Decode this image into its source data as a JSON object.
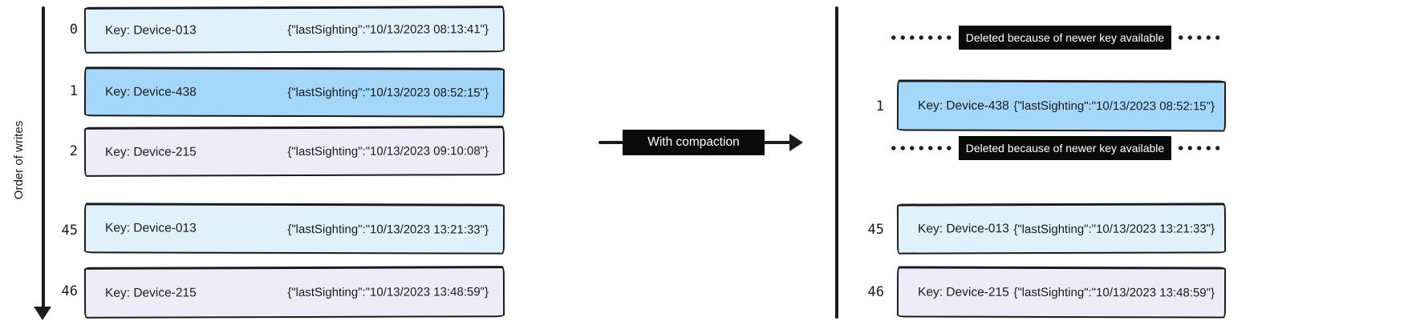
{
  "axis": {
    "label": "Order of writes"
  },
  "left_log": {
    "rows": [
      {
        "offset": "0",
        "key": "Key: Device-013",
        "value": "{\"lastSighting\":\"10/13/2023 08:13:41\"}",
        "color": "lightblue"
      },
      {
        "offset": "1",
        "key": "Key: Device-438",
        "value": "{\"lastSighting\":\"10/13/2023 08:52:15\"}",
        "color": "blue"
      },
      {
        "offset": "2",
        "key": "Key: Device-215",
        "value": "{\"lastSighting\":\"10/13/2023 09:10:08\"}",
        "color": "lavender"
      },
      {
        "offset": "45",
        "key": "Key: Device-013",
        "value": "{\"lastSighting\":\"10/13/2023 13:21:33\"}",
        "color": "lightblue"
      },
      {
        "offset": "46",
        "key": "Key: Device-215",
        "value": "{\"lastSighting\":\"10/13/2023 13:48:59\"}",
        "color": "lavender"
      }
    ]
  },
  "transition": {
    "label": "With compaction"
  },
  "right_log": {
    "deleted_markers": [
      {
        "label": "Deleted because of newer key available"
      },
      {
        "label": "Deleted because of newer key available"
      }
    ],
    "rows": [
      {
        "offset": "1",
        "key": "Key: Device-438",
        "value": "{\"lastSighting\":\"10/13/2023 08:52:15\"}",
        "color": "blue"
      },
      {
        "offset": "45",
        "key": "Key: Device-013",
        "value": "{\"lastSighting\":\"10/13/2023 13:21:33\"}",
        "color": "lightblue"
      },
      {
        "offset": "46",
        "key": "Key: Device-215",
        "value": "{\"lastSighting\":\"10/13/2023 13:48:59\"}",
        "color": "lavender"
      }
    ]
  },
  "colors": {
    "ink": "#1b1b1b",
    "record_lightblue": "#e1f1fc",
    "record_blue": "#a4d7f9",
    "record_lavender": "#efecf9",
    "label_black": "#0a0a0a",
    "label_text": "#ffffff"
  }
}
